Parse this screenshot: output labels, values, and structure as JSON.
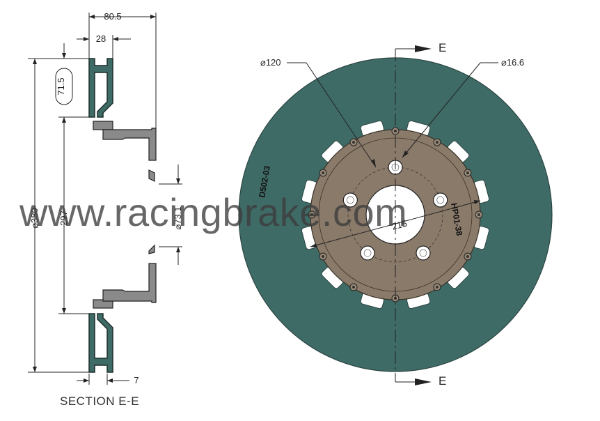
{
  "section_view": {
    "title": "SECTION E-E",
    "dims": {
      "overall_width": "80.5",
      "hat_width": "28",
      "rotor_band": "71.5",
      "rotor_dia": "⌀380",
      "bolt_circle": "297",
      "bore": "⌀73.1",
      "flange_offset": "7"
    }
  },
  "front_view": {
    "dims": {
      "pcd": "⌀120",
      "hole": "⌀16.6",
      "bolt_circle": "215"
    },
    "part_numbers": {
      "hat": "HP01-38",
      "rotor": "D502-03"
    },
    "section_marks": {
      "top": "E",
      "bottom": "E"
    }
  },
  "watermark": "www.racingbrake.com",
  "colors": {
    "rotor": "#3f6b66",
    "hat": "#8a7a6a",
    "line": "#222222"
  }
}
